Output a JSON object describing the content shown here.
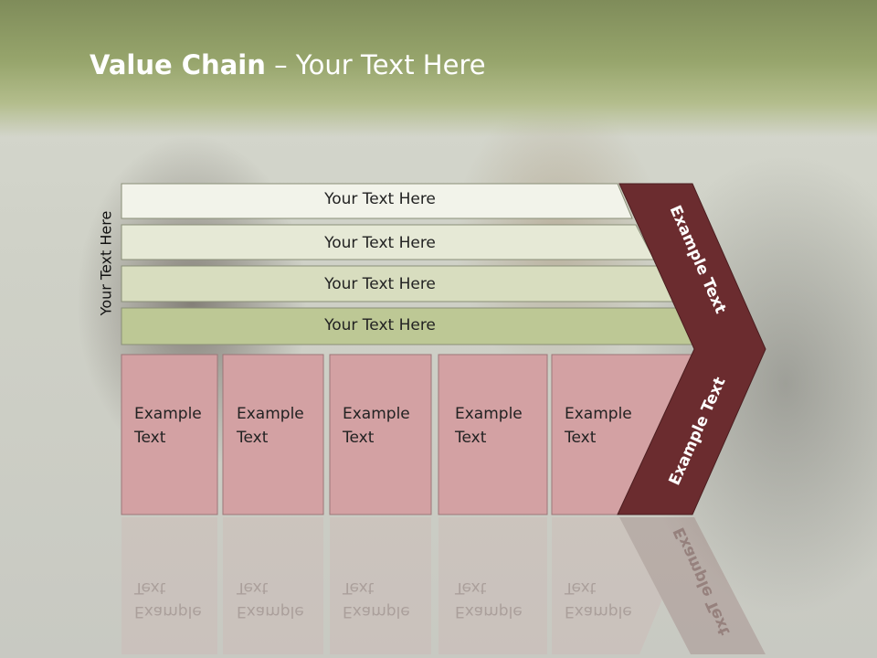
{
  "slide": {
    "title_bold": "Value Chain",
    "title_rest": " – Your Text Here",
    "side_label": "Your Text Here"
  },
  "rows": [
    {
      "label": "Your Text Here"
    },
    {
      "label": "Your Text Here"
    },
    {
      "label": "Your Text Here"
    },
    {
      "label": "Your Text Here"
    }
  ],
  "boxes": [
    {
      "line1": "Example",
      "line2": "Text"
    },
    {
      "line1": "Example",
      "line2": "Text"
    },
    {
      "line1": "Example",
      "line2": "Text"
    },
    {
      "line1": "Example",
      "line2": "Text"
    },
    {
      "line1": "Example",
      "line2": "Text"
    }
  ],
  "chevron": {
    "upper_label": "Example Text",
    "lower_label": "Example Text"
  },
  "colors": {
    "header": "#97a56c",
    "row_fills": [
      "#f2f3ea",
      "#e6e9d6",
      "#d8ddbf",
      "#bdc895"
    ],
    "box_fill": "#d3a1a3",
    "chevron_fill": "#6b2c2f"
  }
}
